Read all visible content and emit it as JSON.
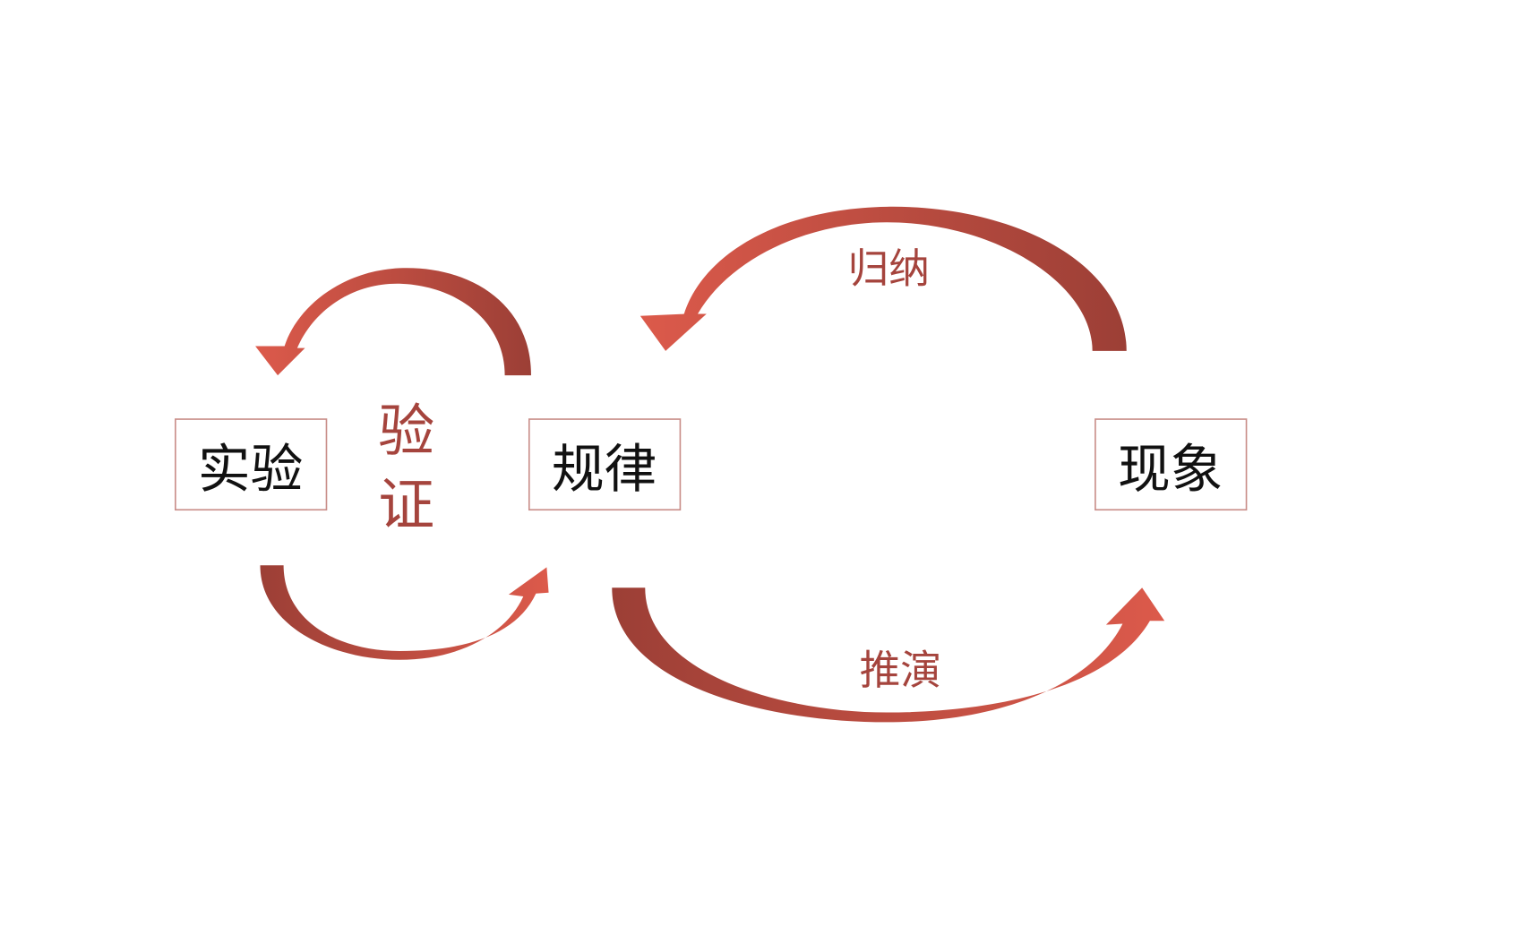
{
  "nodes": {
    "experiment": "实验",
    "law": "规律",
    "phenomenon": "现象"
  },
  "labels": {
    "verify_1": "验",
    "verify_2": "证",
    "induction": "归纳",
    "deduction": "推演"
  },
  "colors": {
    "arrow_light": "#dc5a4b",
    "arrow_dark": "#9c3f36",
    "label": "#a5443d",
    "box_border": "#c98e89"
  }
}
